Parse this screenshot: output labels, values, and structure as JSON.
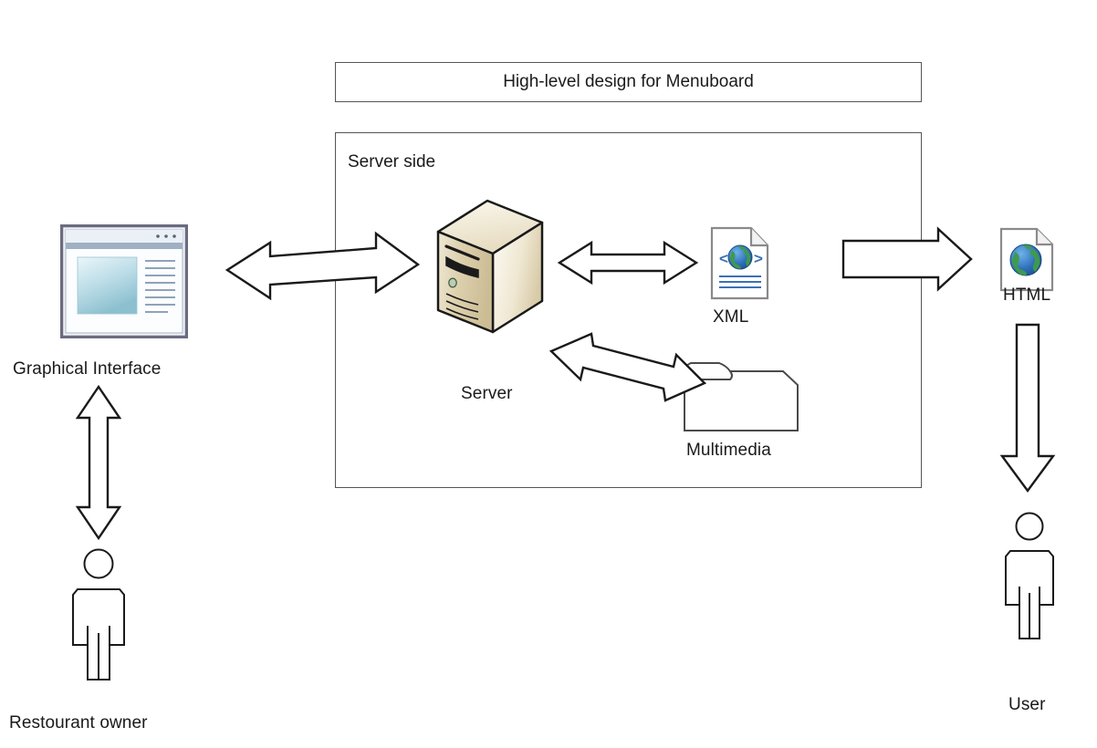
{
  "diagram": {
    "title": "High-level design for Menuboard",
    "container_label": "Server side",
    "nodes": {
      "gui": {
        "label": "Graphical Interface",
        "icon": "window-ui-icon"
      },
      "owner": {
        "label": "Restourant owner",
        "icon": "person-icon"
      },
      "server": {
        "label": "Server",
        "icon": "server-tower-icon"
      },
      "xml": {
        "label": "XML",
        "icon": "xml-document-icon"
      },
      "multimedia": {
        "label": "Multimedia",
        "icon": "folder-icon"
      },
      "html": {
        "label": "HTML",
        "icon": "html-document-icon"
      },
      "user": {
        "label": "User",
        "icon": "person-icon"
      }
    },
    "connections": [
      {
        "name": "gui-server",
        "from": "gui",
        "to": "server",
        "direction": "bidirectional"
      },
      {
        "name": "owner-gui",
        "from": "owner",
        "to": "gui",
        "direction": "bidirectional"
      },
      {
        "name": "server-xml",
        "from": "server",
        "to": "xml",
        "direction": "bidirectional"
      },
      {
        "name": "multimedia-server",
        "from": "multimedia",
        "to": "server",
        "direction": "bidirectional"
      },
      {
        "name": "server-html",
        "from": "server",
        "to": "html",
        "direction": "unidirectional"
      },
      {
        "name": "html-user",
        "from": "html",
        "to": "user",
        "direction": "unidirectional"
      }
    ],
    "colors": {
      "stroke": "#1a1a1a",
      "box_border": "#555555",
      "arrow_fill": "#ffffff",
      "text": "#1a1a1a",
      "server_light": "#f5f0e1",
      "server_mid": "#ddd1b0",
      "server_dark": "#c9bb96",
      "window_frame": "#6b6b80",
      "window_panel_light": "#d9ecf2",
      "window_panel_dark": "#8fc2cf",
      "globe_blue": "#2b6cb8",
      "globe_green": "#3f9a4c"
    }
  }
}
